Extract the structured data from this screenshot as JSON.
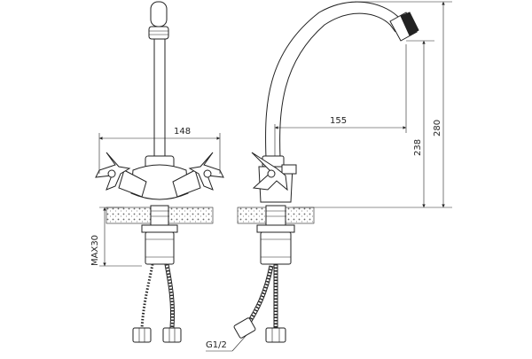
{
  "dimensions": {
    "front_width": "148",
    "side_reach": "155",
    "spout_height": "238",
    "total_height": "280",
    "max_counter": "MAX30",
    "thread": "G1/2"
  }
}
